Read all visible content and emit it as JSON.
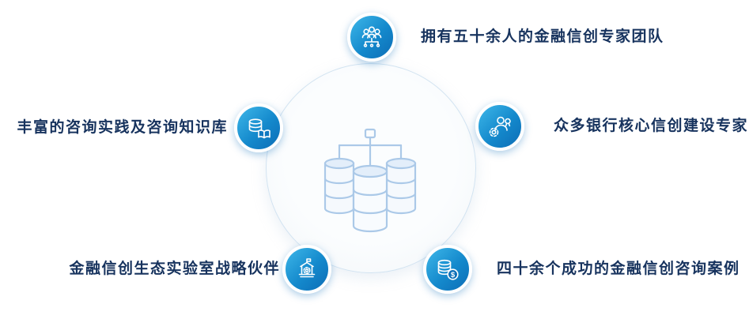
{
  "diagram": {
    "title": "",
    "center": {
      "icon": "database-cluster-icon"
    },
    "items": [
      {
        "label": "拥有五十余人的金融信创专家团队",
        "icon": "team-icon",
        "position": "top"
      },
      {
        "label": "众多银行核心信创建设专家",
        "icon": "bank-expert-icon",
        "position": "right"
      },
      {
        "label": "丰富的咨询实践及咨询知识库",
        "icon": "knowledge-base-icon",
        "position": "left"
      },
      {
        "label": "金融信创生态实验室战略伙伴",
        "icon": "ecosystem-lab-icon",
        "position": "bottom-left"
      },
      {
        "label": "四十余个成功的金融信创咨询案例",
        "icon": "success-cases-icon",
        "position": "bottom-right"
      }
    ],
    "colors": {
      "badge_gradient_start": "#3eb7e9",
      "badge_gradient_end": "#0d6db6",
      "label_text": "#17335e",
      "circle_border": "#d2e3f1",
      "circle_fill": "#f7fafc",
      "illustration_line": "#abc9e8"
    }
  }
}
